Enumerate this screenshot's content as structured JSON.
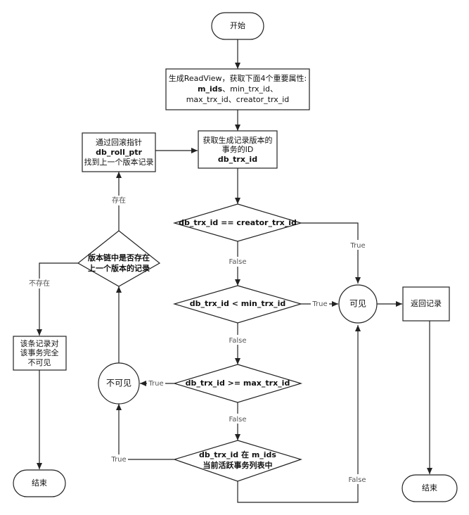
{
  "nodes": {
    "start": "开始",
    "readview": {
      "line1": "生成ReadView，获取下面4个重要属性:",
      "line2_bold": "m_ids",
      "line2_rest": "、min_trx_id、",
      "line3": "max_trx_id、creator_trx_id"
    },
    "get_version": {
      "line1": "获取生成记录版本的",
      "line2": "事务的ID",
      "line3": "db_trx_id"
    },
    "rollback": {
      "line1": "通过回滚指针",
      "line2": "db_roll_ptr",
      "line3": "找到上一个版本记录"
    },
    "cond_creator": "db_trx_id == creator_trx_id",
    "cond_min": "db_trx_id < min_trx_id",
    "cond_max": "db_trx_id >= max_trx_id",
    "cond_in": {
      "line1": "db_trx_id 在 m_ids",
      "line2": "当前活跃事务列表中"
    },
    "chain": {
      "line1": "版本链中是否存在",
      "line2": "上一个版本的记录"
    },
    "visible": "可见",
    "invisible": "不可见",
    "return_record": "返回记录",
    "end_right": "结束",
    "not_visible_all": {
      "line1": "该条记录对",
      "line2": "该事务完全",
      "line3": "不可见"
    },
    "end_left": "结束"
  },
  "edges": {
    "true": "True",
    "false": "False",
    "exists": "存在",
    "not_exists": "不存在"
  },
  "colors": {
    "stroke": "#222222",
    "fill": "#ffffff",
    "text": "#111111",
    "edge_label": "#555555"
  }
}
